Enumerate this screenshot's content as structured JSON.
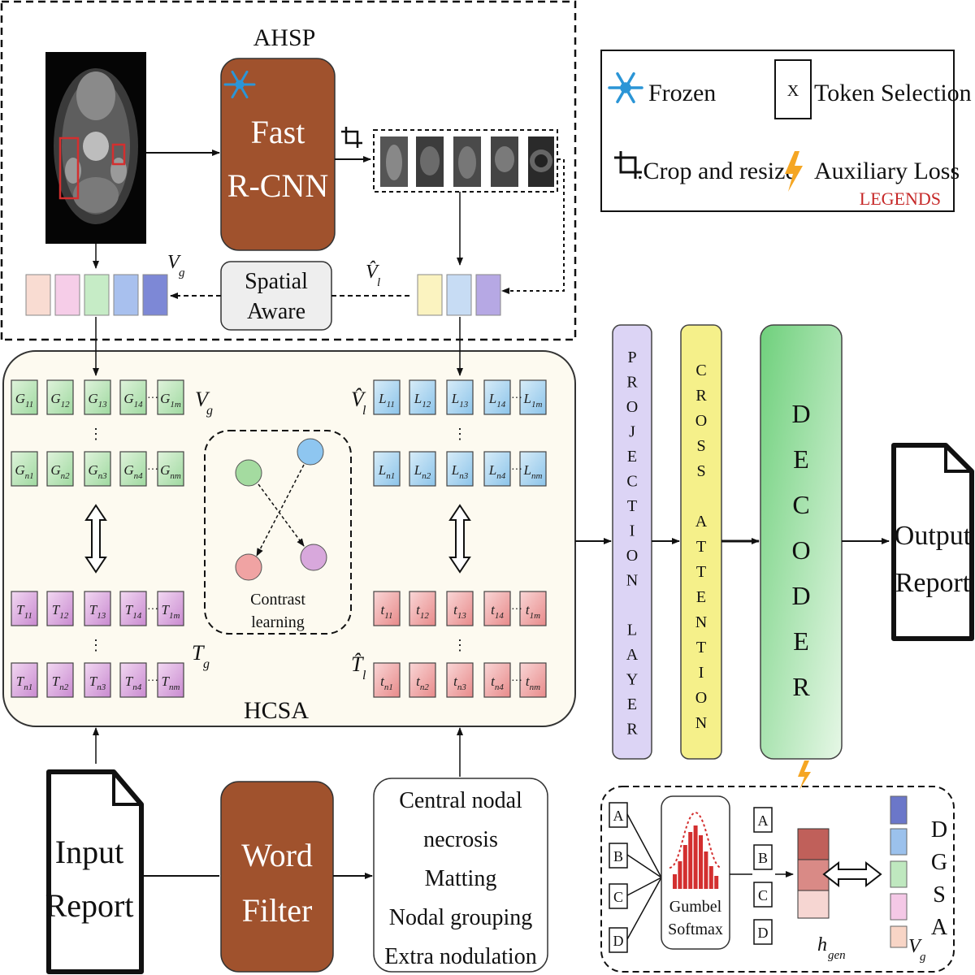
{
  "ahsp": {
    "title": "AHSP"
  },
  "hcsa": {
    "title": "HCSA"
  },
  "dgsa": {
    "letters": [
      "D",
      "G",
      "S",
      "A"
    ]
  },
  "fast_rcnn": {
    "line1": "Fast",
    "line2": "R-CNN"
  },
  "spatial_aware": {
    "line1": "Spatial",
    "line2": "Aware"
  },
  "word_filter": {
    "line1": "Word",
    "line2": "Filter"
  },
  "input_report": {
    "line1": "Input",
    "line2": "Report"
  },
  "output_report": {
    "line1": "Output",
    "line2": "Report"
  },
  "symbols": {
    "vg": "V",
    "vg_sub": "g",
    "vl": "V̂",
    "vl_sub": "l",
    "tg": "T",
    "tg_sub": "g",
    "tl": "T̂",
    "tl_sub": "l",
    "hgen": "h",
    "hgen_sub": "gen"
  },
  "legend": {
    "frozen": "Frozen",
    "token_selection": "Token Selection",
    "token_box": "X",
    "crop_resize": ".Crop and resize",
    "auxiliary_loss": "Auxiliary Loss",
    "title": "LEGENDS",
    "title_color": "#c62828"
  },
  "contrast": {
    "line1": "Contrast",
    "line2": "learning"
  },
  "projection_layer": {
    "letters": [
      "P",
      "R",
      "O",
      "J",
      "E",
      "C",
      "T",
      "I",
      "O",
      "N",
      "",
      "L",
      "A",
      "Y",
      "E",
      "R"
    ]
  },
  "cross_attention": {
    "letters": [
      "C",
      "R",
      "O",
      "S",
      "S",
      "",
      "A",
      "T",
      "T",
      "E",
      "N",
      "T",
      "I",
      "O",
      "N"
    ]
  },
  "decoder": {
    "letters": [
      "D",
      "E",
      "C",
      "O",
      "D",
      "E",
      "R"
    ]
  },
  "keywords": [
    "Central nodal",
    "necrosis",
    "Matting",
    "Nodal grouping",
    "Extra nodulation"
  ],
  "gumbel": {
    "line1": "Gumbel",
    "line2": "Softmax"
  },
  "dgsa_inputs": [
    "A",
    "B",
    "C",
    "D"
  ],
  "dgsa_outputs": [
    "A",
    "B",
    "C",
    "D"
  ],
  "dots": {
    "h": "···",
    "v": "⋮"
  },
  "colors": {
    "brown": "#a0522d",
    "green_cell": "#b9e3b0",
    "blue_cell": "#a9d4ef",
    "pink_cell": "#d9a3d9",
    "red_cell": "#f0a3a3",
    "projection": "#dcd4f5",
    "cross_attention": "#f5f08a",
    "decoder": "#7fd38a",
    "panel_bg": "#fdfaf0",
    "frozen_icon": "#2b95d6",
    "lightning": "#f5a623"
  },
  "grids": {
    "global": {
      "top": [
        {
          "b": "G",
          "s": "11"
        },
        {
          "b": "G",
          "s": "12"
        },
        {
          "b": "G",
          "s": "13"
        },
        {
          "b": "G",
          "s": "14"
        },
        {
          "b": "G",
          "s": "1m"
        }
      ],
      "bottom": [
        {
          "b": "G",
          "s": "n1"
        },
        {
          "b": "G",
          "s": "n2"
        },
        {
          "b": "G",
          "s": "n3"
        },
        {
          "b": "G",
          "s": "n4"
        },
        {
          "b": "G",
          "s": "nm"
        }
      ]
    },
    "local": {
      "top": [
        {
          "b": "L",
          "s": "11"
        },
        {
          "b": "L",
          "s": "12"
        },
        {
          "b": "L",
          "s": "13"
        },
        {
          "b": "L",
          "s": "14"
        },
        {
          "b": "L",
          "s": "1m"
        }
      ],
      "bottom": [
        {
          "b": "L",
          "s": "n1"
        },
        {
          "b": "L",
          "s": "n2"
        },
        {
          "b": "L",
          "s": "n3"
        },
        {
          "b": "L",
          "s": "n4"
        },
        {
          "b": "L",
          "s": "nm"
        }
      ]
    },
    "text_global": {
      "top": [
        {
          "b": "T",
          "s": "11"
        },
        {
          "b": "T",
          "s": "12"
        },
        {
          "b": "T",
          "s": "13"
        },
        {
          "b": "T",
          "s": "14"
        },
        {
          "b": "T",
          "s": "1m"
        }
      ],
      "bottom": [
        {
          "b": "T",
          "s": "n1"
        },
        {
          "b": "T",
          "s": "n2"
        },
        {
          "b": "T",
          "s": "n3"
        },
        {
          "b": "T",
          "s": "n4"
        },
        {
          "b": "T",
          "s": "nm"
        }
      ]
    },
    "text_local": {
      "top": [
        {
          "b": "t",
          "s": "11"
        },
        {
          "b": "t",
          "s": "12"
        },
        {
          "b": "t",
          "s": "13"
        },
        {
          "b": "t",
          "s": "14"
        },
        {
          "b": "t",
          "s": "1m"
        }
      ],
      "bottom": [
        {
          "b": "t",
          "s": "n1"
        },
        {
          "b": "t",
          "s": "n2"
        },
        {
          "b": "t",
          "s": "n3"
        },
        {
          "b": "t",
          "s": "n4"
        },
        {
          "b": "t",
          "s": "nm"
        }
      ]
    }
  }
}
